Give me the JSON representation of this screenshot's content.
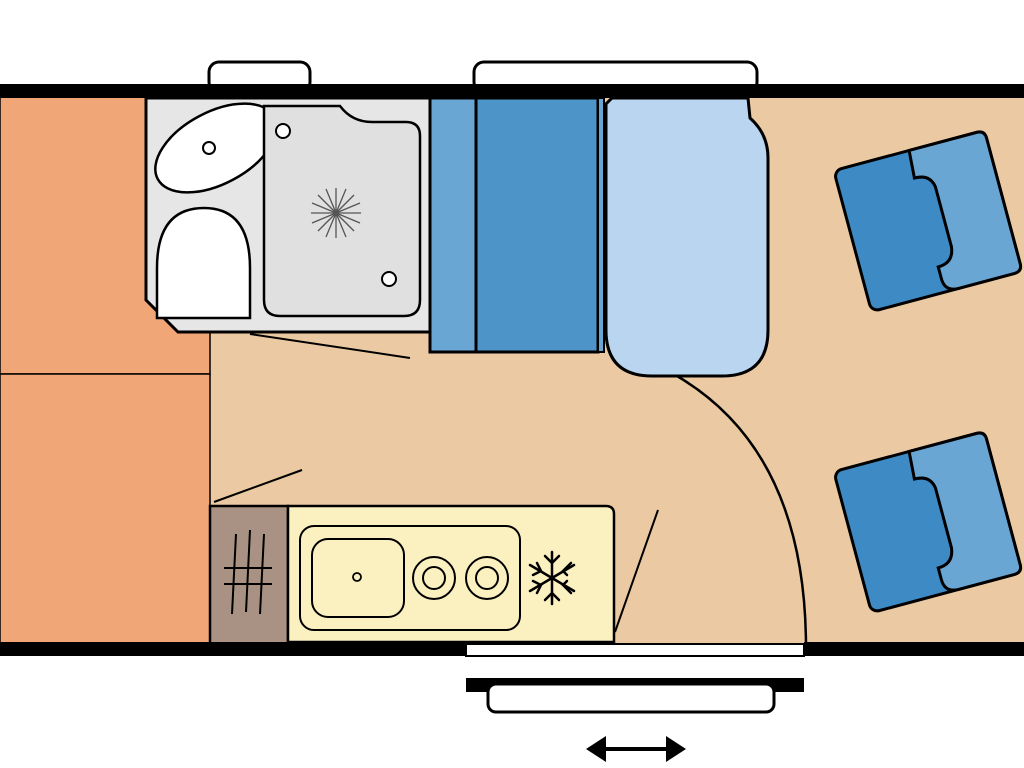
{
  "diagram": {
    "type": "caravan-floor-plan",
    "colors": {
      "floor": "#ebc9a2",
      "bed": "#f0a677",
      "wall": "#000000",
      "bathroom": "#e6e6e6",
      "kitchen_counter": "#fbf0c0",
      "wardrobe": "#a99283",
      "bench_dark": "#4d94c8",
      "bench_light": "#6aa6d4",
      "table_light": "#b9d5ef",
      "chair_dark": "#3e8ac4",
      "chair_light": "#6aa6d4",
      "window_frame": "#ffffff"
    },
    "areas": [
      {
        "name": "bed",
        "sections": 2
      },
      {
        "name": "bathroom",
        "fixtures": [
          "washbasin",
          "toilet",
          "shower-tray",
          "shower-head"
        ]
      },
      {
        "name": "dinette-bench",
        "seat_cushions": 2
      },
      {
        "name": "dinette-table"
      },
      {
        "name": "armchair",
        "count": 2
      },
      {
        "name": "kitchen",
        "fixtures": [
          "wardrobe",
          "sink",
          "hob-burner",
          "hob-burner",
          "fridge"
        ]
      },
      {
        "name": "entrance-door",
        "indicator": "double-arrow"
      }
    ],
    "icons": [
      "snowflake-icon",
      "double-arrow-icon",
      "shower-head-icon"
    ]
  }
}
